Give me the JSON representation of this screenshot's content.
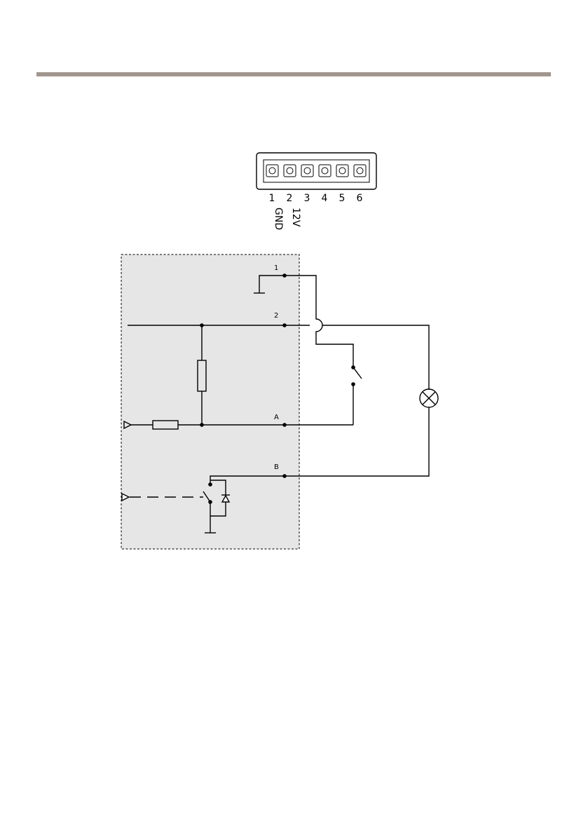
{
  "connector": {
    "pins": [
      "1",
      "2",
      "3",
      "4",
      "5",
      "6"
    ],
    "pin_functions": [
      "GND",
      "12V"
    ]
  },
  "schematic": {
    "nodes": [
      "1",
      "2",
      "A",
      "B"
    ]
  },
  "colors": {
    "rule": "#a1958e",
    "device_area": "#e6e6e6",
    "line": "#000000"
  }
}
